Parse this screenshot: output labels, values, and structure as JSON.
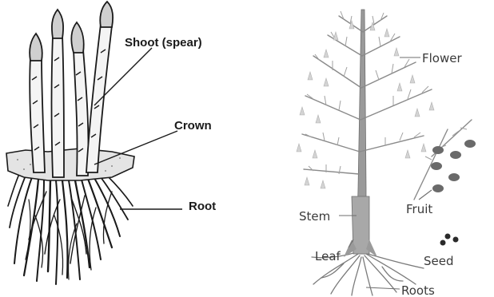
{
  "left_diagram": {
    "labels": {
      "shoot": "Shoot (spear)",
      "crown": "Crown",
      "root": "Root"
    }
  },
  "right_diagram": {
    "labels": {
      "flower": "Flower",
      "fruit": "Fruit",
      "stem": "Stem",
      "leaf": "Leaf",
      "seed": "Seed",
      "roots": "Roots"
    }
  },
  "colors": {
    "left_ink": "#1a1a1a",
    "right_ink": "#6e6e6e",
    "stem_fill": "#9a9a9a",
    "flower_fill": "#d4d4d4",
    "berry_fill": "#6a6a6a"
  }
}
